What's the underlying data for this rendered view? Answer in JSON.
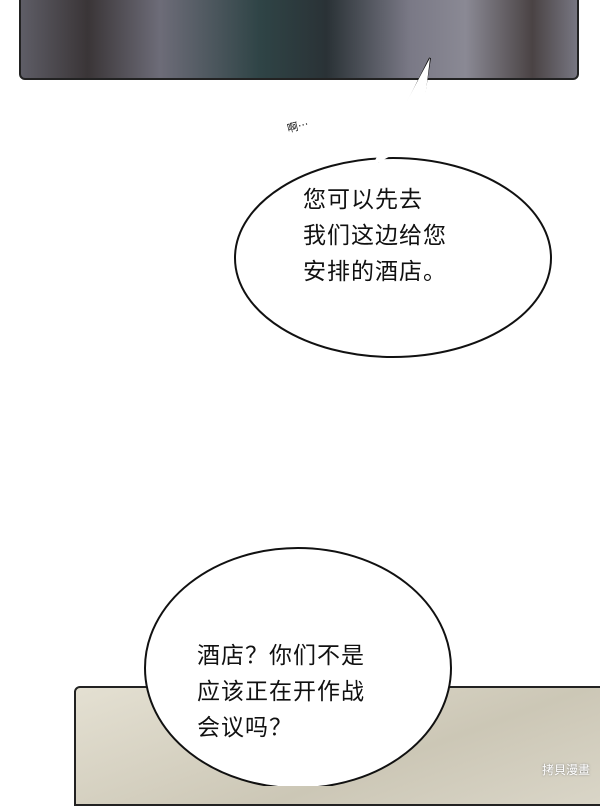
{
  "bubble1": {
    "lines": [
      "您可以先去",
      "我们这边给您",
      "安排的酒店。"
    ]
  },
  "sfx": "啊···",
  "bubble2": {
    "lines": [
      "酒店？你们不是",
      "应该正在开作战",
      "会议吗？"
    ]
  },
  "watermark": "拷貝漫畫"
}
